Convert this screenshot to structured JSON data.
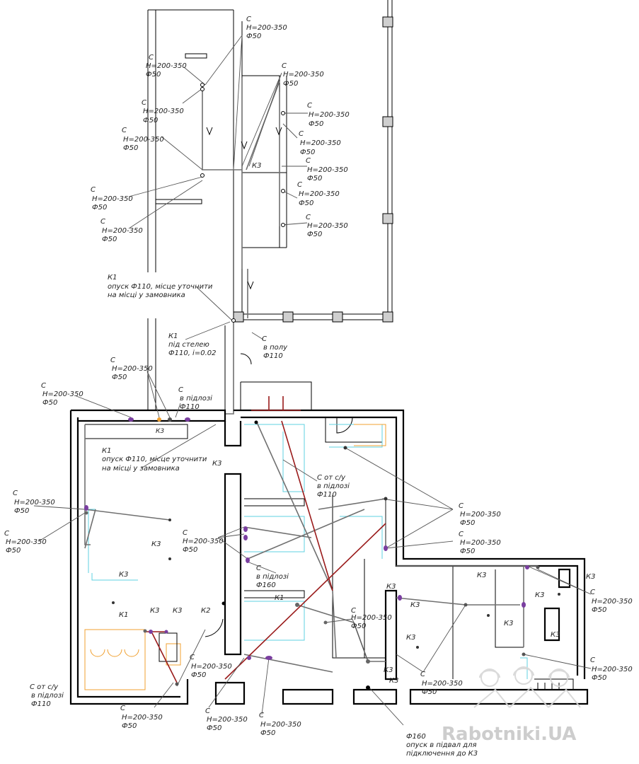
{
  "labels": {
    "c": "С",
    "h": "Н=200-350",
    "f50": "Ф50",
    "k3": "К3",
    "k1": "К1",
    "k2": "К2",
    "k1_drop": "опуск Ф110, місце уточнити",
    "k1_drop2": "на місці у замовника",
    "under_ceiling": "під стелею",
    "f110_slope": "Ф110, i=0.02",
    "in_floor": "в полу",
    "in_floor_ua": "в підлозі",
    "f110": "Ф110",
    "f160": "Ф160",
    "from_su": "С от с/у",
    "basement1": "опуск в підвал для",
    "basement2": "підключення до К3"
  },
  "watermark": "Rabotniki.UA",
  "colors": {
    "wall": "#000000",
    "pipe_gray": "#707070",
    "pipe_red": "#9a1b1b",
    "fixture_cyan": "#5fd0e0",
    "fixture_orange": "#f0a030",
    "node_purple": "#7a3ea0"
  }
}
